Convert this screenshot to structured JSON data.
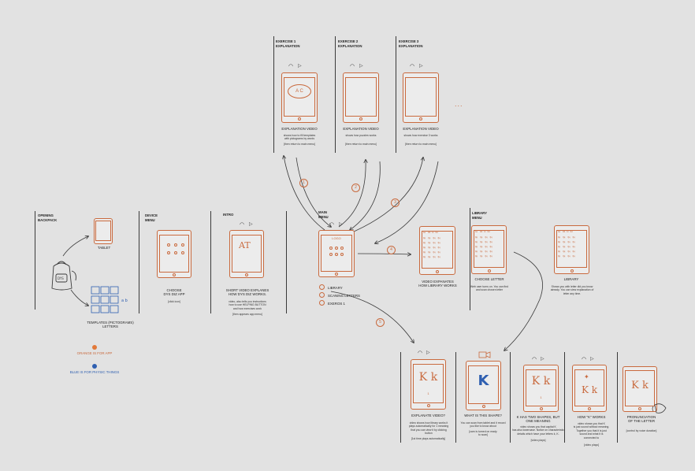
{
  "colors": {
    "orange": "#c96a3e",
    "blue": "#2f5fb0",
    "line": "#3a3a3a",
    "bg": "#e2e2e2"
  },
  "headers": {
    "opening": "OPENING\nBACKPACK",
    "device": "DEVICE\nMENU",
    "intro": "INTRO",
    "main": "MAIN\nMENU",
    "library": "LIBRARY\nMENU",
    "ex1": "EXERCISE 1\nEXPLANATION",
    "ex2": "EXERCISE 2\nEXPLANATION",
    "ex3": "EXERCISE 3\nEXPLANATION"
  },
  "opening": {
    "tablet": "TABLET",
    "templates": "TEMPLATES (PICTOGRAMS)\nLETTERS"
  },
  "legend": {
    "orange": "ORANGE IS FOR APP",
    "blue": "BLUE IS FOR PHYSIC THINGS"
  },
  "device": {
    "caption": "CHOOSE\nDYS DIZ APP",
    "note": "[click icon]"
  },
  "intro": {
    "caption": "SHORT VIDEO EXPLANES\nHOW DYS DIZ WORKS.",
    "desc": "video, also tells you instructions\nhow to use HELPING BUTTON\nand how exercises work",
    "note": "[then appears app menu]"
  },
  "main": {
    "logo": "LOGO",
    "items": [
      "LIBRARY",
      "SCANING LETTERS",
      "EXEROS 1"
    ]
  },
  "steps": [
    "1",
    "2",
    "3",
    "4",
    "5"
  ],
  "exercises": [
    {
      "caption": "EXPLANATION VIDEO",
      "desc": "shows how to fill templates\nwith pictograms by words",
      "note": "[then return to main menu]"
    },
    {
      "caption": "EXPLANATION VIDEO",
      "desc": "shows how puzzles works",
      "note": "[then return to main menu]"
    },
    {
      "caption": "EXPLANATION VIDEO",
      "desc": "shows how exercise 3 works",
      "note": "[then return to main menu]"
    }
  ],
  "ellipsis": "...",
  "library": {
    "video_caption": "VIDEO EXPANATES\nHOW LIBRARY WORKS",
    "choose_caption": "CHOOSE LETTER",
    "choose_desc": "Web user turns on. You can find\nand scan chosen letter",
    "lib_caption": "LIBRARY",
    "lib_desc": "Shows you with letter did you know\nalready. You can view explanation of\nletter any time."
  },
  "screen_letters": {
    "aa": "Aa  Bb Cc Dd",
    "row": "Qq  Qq  Qq  Qq",
    "k": "K",
    "kk": "K k",
    "one": "1"
  },
  "flow": [
    {
      "caption": "EXPLANATE VIDEO?",
      "desc": "video shows how library works it\nplays automatically for 1 meaning\nthat you can view it by clicking\nbutton",
      "note": "[1st time plays automatically]"
    },
    {
      "caption": "WHAT IS THIS SHAPE?",
      "desc": "You can scan from tablet and it record\nyou like to know about",
      "note": "[cam is turned on ready\nto scan]"
    },
    {
      "caption": "K HAS TWO SHAPES, BUT\nONE MEANING",
      "desc": "video shows you that capital K\nhas also lowercase. Notice on characteristic\ndetails which have your letters k, K.",
      "note": "[video plays]"
    },
    {
      "caption": "HOW \"K\" WORKS",
      "desc": "video shows you that K\nis just sound without meaning.\nTogether you that it is just\nsound and what it is\nconnected to",
      "note": "[video plays]"
    },
    {
      "caption": "PRONUNCIATION\nOF THE LETTER",
      "desc": "",
      "note": "[control by voice duration]"
    }
  ]
}
